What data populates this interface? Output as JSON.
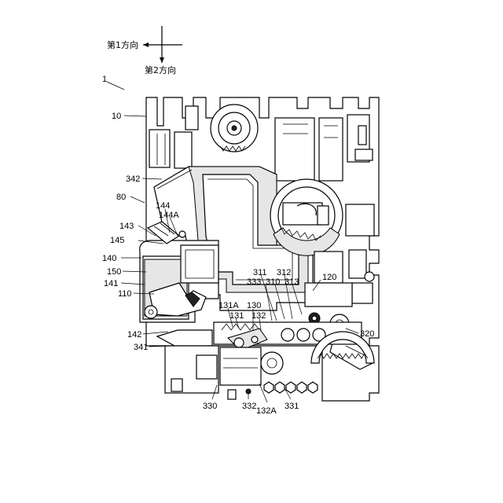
{
  "direction_indicator": {
    "first_direction": "第1方向",
    "second_direction": "第2方向"
  },
  "reference_labels": {
    "r1": "1",
    "r10": "10",
    "r342": "342",
    "r80": "80",
    "r144": "144",
    "r144A": "144A",
    "r143": "143",
    "r145": "145",
    "r140": "140",
    "r150": "150",
    "r141": "141",
    "r110": "110",
    "r142": "142",
    "r341": "341",
    "r131A": "131A",
    "r131": "131",
    "r130": "130",
    "r132": "132",
    "r311": "311",
    "r312": "312",
    "r333": "333",
    "r310": "310",
    "r313": "313",
    "r120": "120",
    "r320": "320",
    "r330": "330",
    "r332": "332",
    "r132A": "132A",
    "r331": "331"
  }
}
